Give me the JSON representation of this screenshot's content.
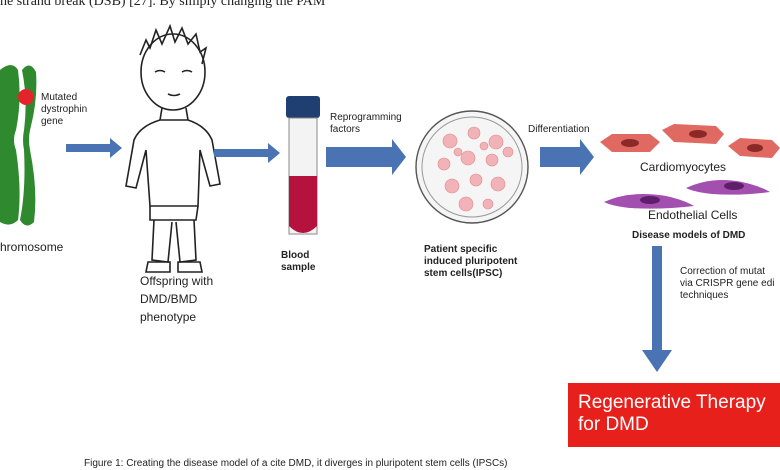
{
  "header_fragment": "he strand break (DSB) [27]. By simply changing the PAM",
  "chromosome": {
    "label": "hromosome",
    "mut_label": "Mutated\ndystrophin\ngene"
  },
  "offspring": {
    "label": "Offspring with\nDMD/BMD\nphenotype"
  },
  "blood": {
    "label": "Blood\nsample"
  },
  "reprogramming": {
    "label": "Reprogramming\nfactors"
  },
  "ipsc": {
    "label": "Patient specific\ninduced pluripotent\nstem cells(IPSC)"
  },
  "differentiation": {
    "label": "Differentiation"
  },
  "cardio": {
    "label": "Cardiomyocytes"
  },
  "endo": {
    "label": "Endothelial Cells"
  },
  "disease_models": {
    "label": "Disease models of DMD"
  },
  "correction": {
    "label": "Correction of mutat\nvia CRISPR gene edi\ntechniques"
  },
  "therapy": {
    "label": "Regenerative Therapy\nfor DMD",
    "bg_color": "#e8201c",
    "text_color": "#ffffff"
  },
  "caption": "Figure 1: Creating the disease model of a cite DMD, it diverges in pluripotent stem cells (IPSCs)",
  "colors": {
    "chromosome": "#2f8a2f",
    "mutation": "#e3242b",
    "arrow": "#4a73b3",
    "blood": "#b5123e",
    "cardio": "#e06a62",
    "endo": "#a24fb0"
  }
}
